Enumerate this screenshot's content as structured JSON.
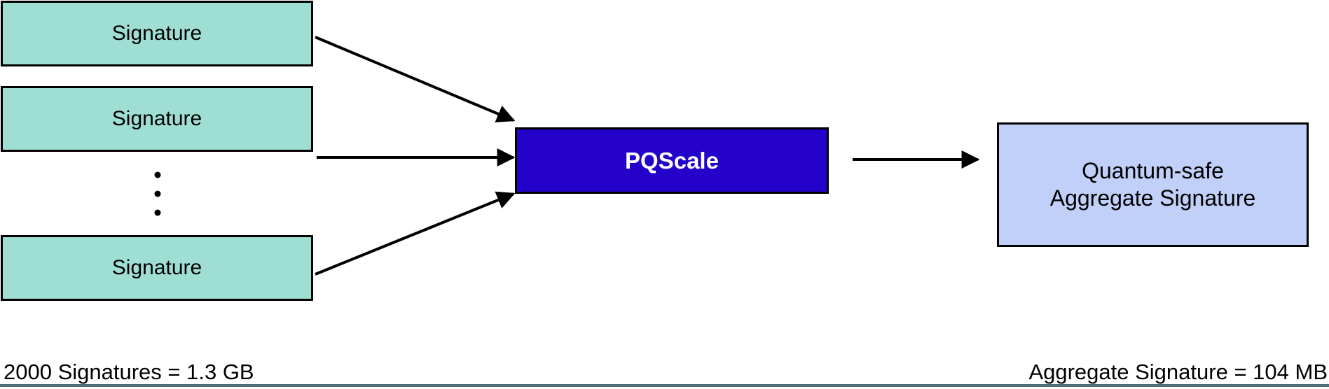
{
  "diagram": {
    "input_boxes": [
      {
        "label": "Signature"
      },
      {
        "label": "Signature"
      },
      {
        "label": "Signature"
      }
    ],
    "ellipsis_dot_count": 3,
    "processor": {
      "label": "PQScale"
    },
    "output": {
      "label_line1": "Quantum-safe",
      "label_line2": "Aggregate Signature"
    },
    "footer": {
      "left_stat": "2000 Signatures = 1.3 GB",
      "right_stat": "Aggregate Signature = 104 MB"
    },
    "colors": {
      "background": "#FFFFFF",
      "signature_box_fill": "#9FDFD3",
      "processor_fill": "#2402C9",
      "processor_text": "#FFFFFF",
      "output_fill": "#C1D0F8",
      "border": "#000000",
      "arrow": "#000000",
      "bottom_rule": "#4E6F75"
    }
  }
}
